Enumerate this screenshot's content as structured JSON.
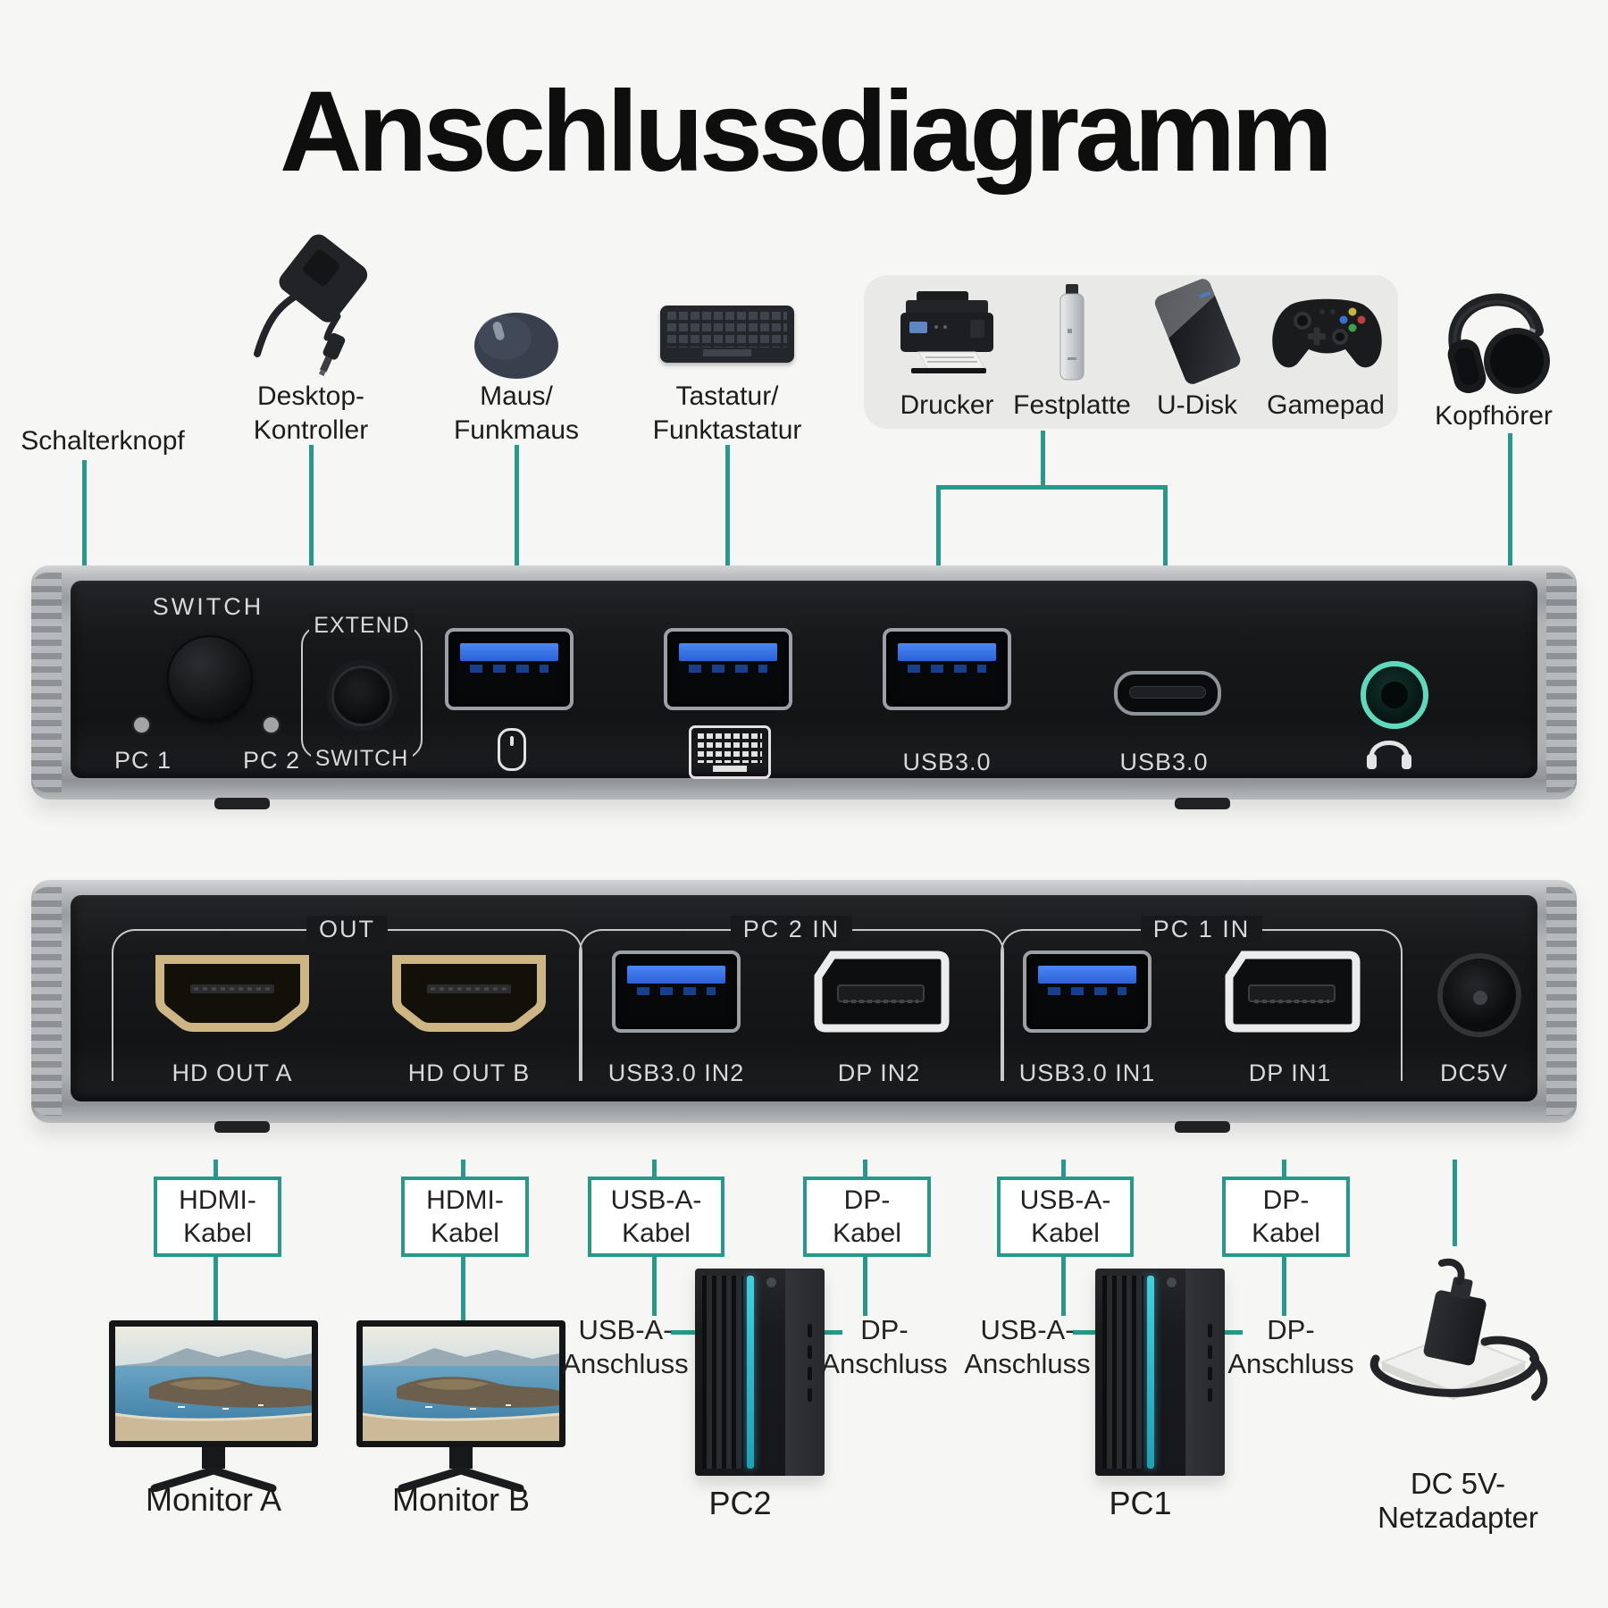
{
  "title": "Anschlussdiagramm",
  "colors": {
    "accent_teal": "#27998a",
    "jack_ring_mint": "#5ed9bb",
    "usb_blue": "#2e6fe0",
    "hdmi_gold": "#cdb584"
  },
  "peripherals": {
    "schalterknopf": "Schalterknopf",
    "desktop_kontroller": {
      "line1": "Desktop-",
      "line2": "Kontroller"
    },
    "maus": {
      "line1": "Maus/",
      "line2": "Funkmaus"
    },
    "tastatur": {
      "line1": "Tastatur/",
      "line2": "Funktastatur"
    },
    "usb_devices": {
      "drucker": "Drucker",
      "festplatte": "Festplatte",
      "udisk": "U-Disk",
      "gamepad": "Gamepad"
    },
    "kopfhoerer": "Kopfhörer"
  },
  "front_panel": {
    "switch_button_label": "SWITCH",
    "pc1_led_label": "PC 1",
    "pc2_led_label": "PC 2",
    "extend_top_label": "EXTEND",
    "extend_bottom_label": "SWITCH",
    "usb3_port_label": "USB3.0",
    "usbc_port_label": "USB3.0"
  },
  "back_panel": {
    "section_out": "OUT",
    "section_pc2": "PC 2 IN",
    "section_pc1": "PC 1 IN",
    "port_hd_out_a": "HD OUT A",
    "port_hd_out_b": "HD OUT B",
    "port_usb_in2": "USB3.0 IN2",
    "port_dp_in2": "DP IN2",
    "port_usb_in1": "USB3.0 IN1",
    "port_dp_in1": "DP IN1",
    "port_dc": "DC5V"
  },
  "cables": {
    "hdmi_a": {
      "line1": "HDMI-",
      "line2": "Kabel"
    },
    "hdmi_b": {
      "line1": "HDMI-",
      "line2": "Kabel"
    },
    "usb_pc2": {
      "line1": "USB-A-",
      "line2": "Kabel"
    },
    "dp_pc2": {
      "line1": "DP-",
      "line2": "Kabel"
    },
    "usb_pc1": {
      "line1": "USB-A-",
      "line2": "Kabel"
    },
    "dp_pc1": {
      "line1": "DP-",
      "line2": "Kabel"
    }
  },
  "connections": {
    "usb_port_pc2": {
      "line1": "USB-A-",
      "line2": "Anschluss"
    },
    "dp_port_pc2": {
      "line1": "DP-",
      "line2": "Anschluss"
    },
    "usb_port_pc1": {
      "line1": "USB-A-",
      "line2": "Anschluss"
    },
    "dp_port_pc1": {
      "line1": "DP-",
      "line2": "Anschluss"
    }
  },
  "devices": {
    "monitor_a": "Monitor A",
    "monitor_b": "Monitor B",
    "pc2": "PC2",
    "pc1": "PC1",
    "netzadapter": "DC 5V- Netzadapter"
  }
}
